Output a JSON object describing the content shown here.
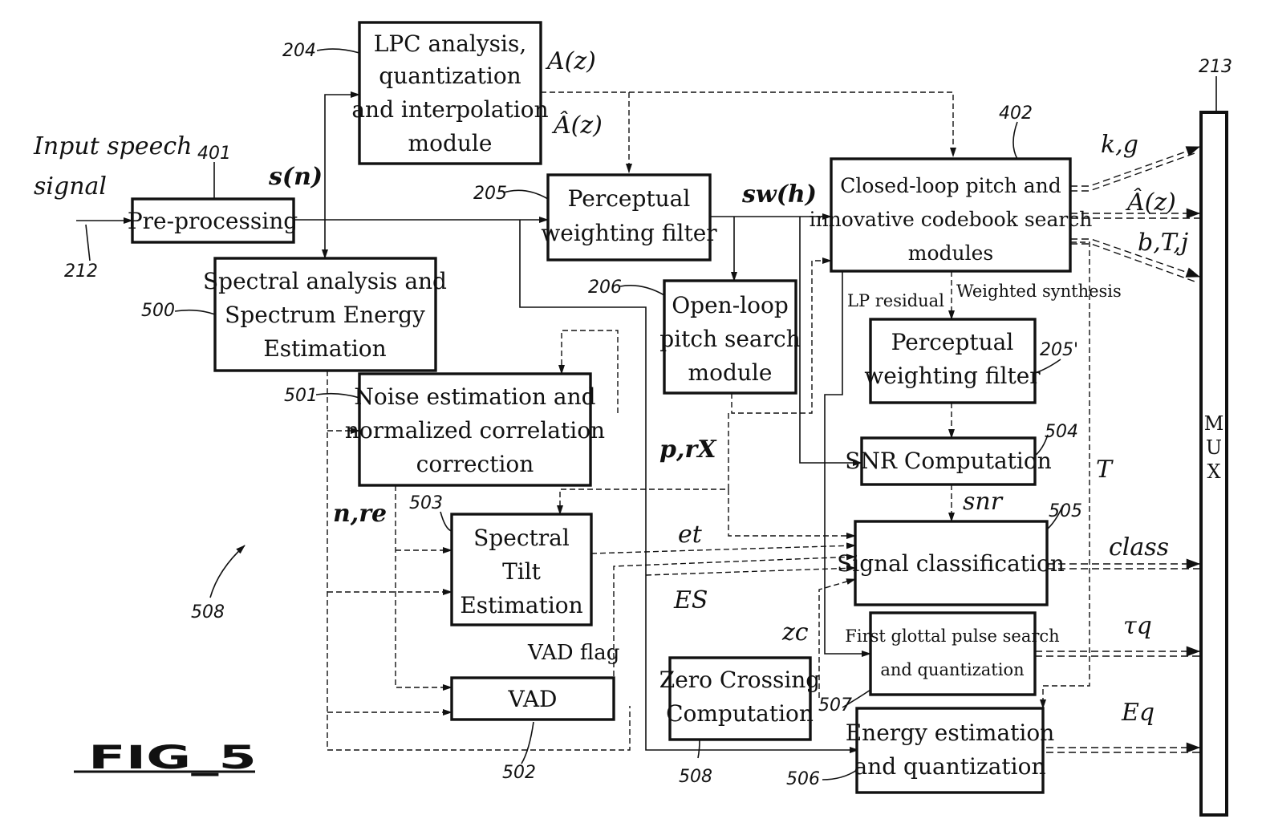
{
  "blocks": {
    "lpc": [
      "LPC analysis,",
      "quantization",
      "and interpolation",
      "module"
    ],
    "pre": [
      "Pre-processing"
    ],
    "pw": [
      "Perceptual",
      "weighting filter"
    ],
    "closed": [
      "Closed-loop pitch and",
      "innovative codebook search",
      "modules"
    ],
    "spectral": [
      "Spectral analysis and",
      "Spectrum Energy",
      "Estimation"
    ],
    "openloop": [
      "Open-loop",
      "pitch search",
      "module"
    ],
    "pw2": [
      "Perceptual",
      "weighting filter"
    ],
    "noise": [
      "Noise estimation and",
      "normalized correlation",
      "correction"
    ],
    "snr": [
      "SNR Computation"
    ],
    "tilt": [
      "Spectral",
      "Tilt",
      "Estimation"
    ],
    "classif": [
      "Signal classification"
    ],
    "glottal": [
      "First glottal pulse search",
      "and quantization"
    ],
    "vad": [
      "VAD"
    ],
    "zc": [
      "Zero Crossing",
      "Computation"
    ],
    "energy": [
      "Energy estimation",
      "and quantization"
    ],
    "mux": [
      "M",
      "U",
      "X"
    ]
  },
  "signals": {
    "input": [
      "Input speech",
      "signal"
    ],
    "s_n": "s(n)",
    "a_z": "A(z)",
    "a_hat_z": "Â(z)",
    "s_w": "sw(h)",
    "k_g": "k,g",
    "a_hat_out": "Â(z)",
    "b_t_j": "b,T,j",
    "lp_residual": "LP residual",
    "weighted_synthesis": "Weighted synthesis",
    "p_rx": "p,rX",
    "n_re": "n,re",
    "et": "et",
    "es": "ES",
    "zc": "zc",
    "snr": "snr",
    "t": "T",
    "class": "class",
    "tau_q": "τq",
    "e_q": "Eq",
    "vad_flag": "VAD flag"
  },
  "refs": {
    "r204": "204",
    "r401": "401",
    "r212": "212",
    "r205": "205",
    "r206": "206",
    "r402": "402",
    "r213": "213",
    "r500": "500",
    "r501": "501",
    "r503": "503",
    "r504": "504",
    "r505": "505",
    "r205p": "205'",
    "r508a": "508",
    "r507": "507",
    "r502": "502",
    "r508b": "508",
    "r506": "506"
  },
  "figure_caption": "FIG_5"
}
